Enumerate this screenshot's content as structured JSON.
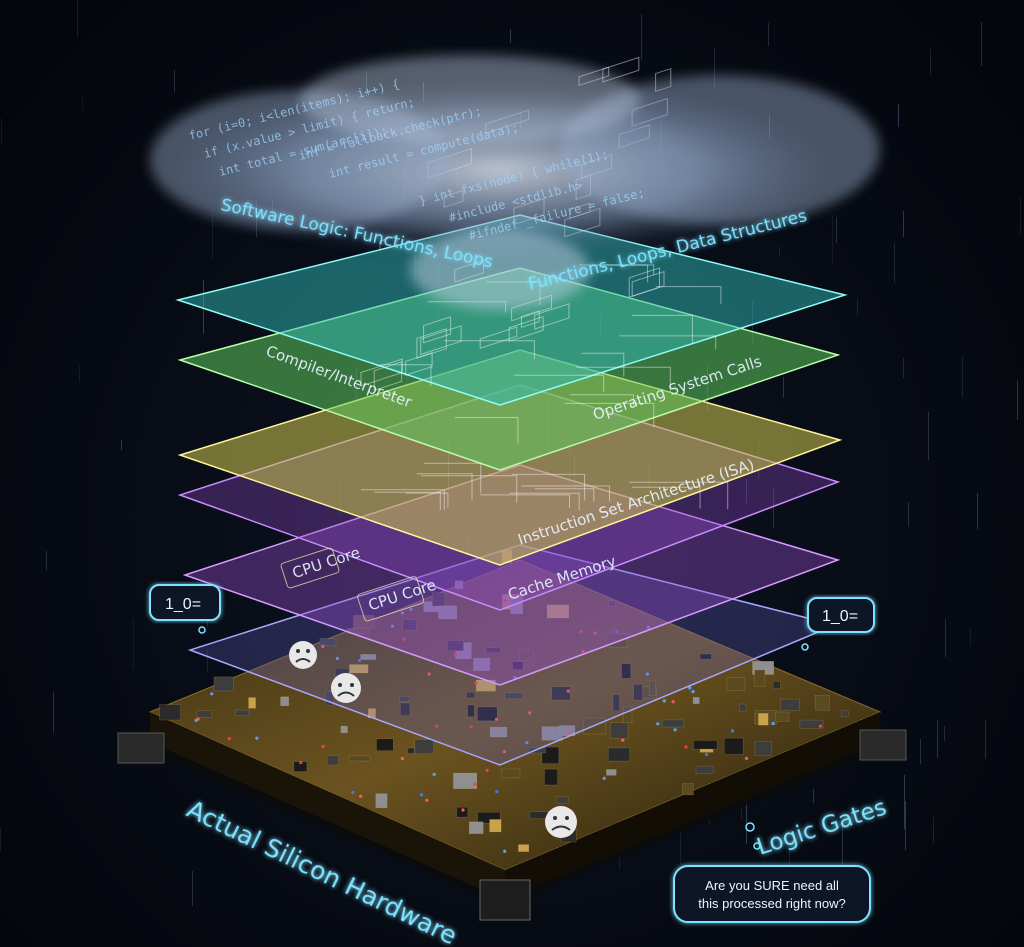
{
  "labels": {
    "cloud_title": "Software Logic: Functions, Loops",
    "cloud_subtitle": "Functions, Loops, Data Structures",
    "layer_compiler": "Compiler/Interpreter",
    "layer_os": "Operating System Calls",
    "layer_isa": "Instruction Set Architecture (ISA)",
    "layer_cache": "Cache Memory",
    "box_cpu_core": "CPU Core",
    "hardware": "Actual Silicon Hardware",
    "logic_gates": "Logic Gates"
  },
  "bubbles": {
    "left_bits": "1_0=",
    "right_bits": "1_0=",
    "question_line1": "Are you SURE need all",
    "question_line2": "this processed right now?"
  },
  "code_lines": [
    "for (i=0; i<len(items); i++) {",
    "  if (x.value > limit) { return;",
    "    int total = sum(arr[i]);",
    "  inf = fallback.check(ptr);",
    "int result = compute(data);",
    "} int fxs(node) { while(1);",
    "  #include <stdlib.h>",
    "  #ifndef _failure = false;"
  ],
  "colors": {
    "layer_teal": "#39c9c7",
    "layer_green": "#6fd46a",
    "layer_yellow": "#d9d25a",
    "layer_purple": "#a45ad6",
    "layer_violet": "#7a72d8",
    "accent_cyan": "#7fe3ff"
  }
}
